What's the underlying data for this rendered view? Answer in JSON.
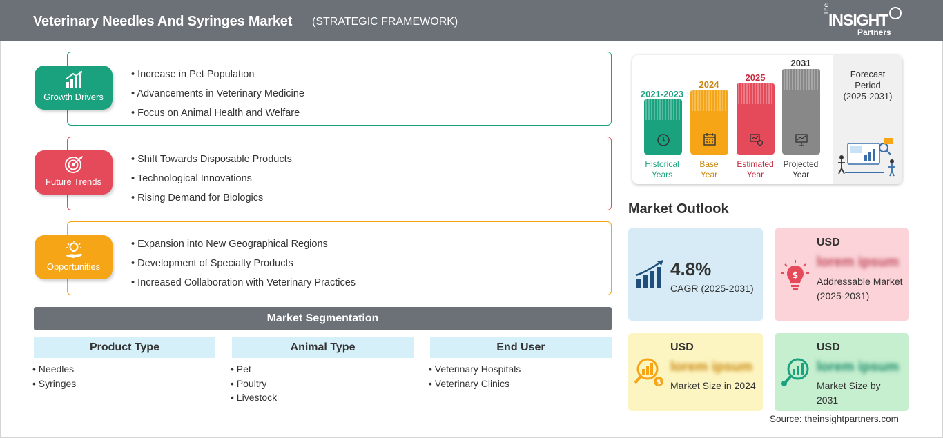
{
  "header": {
    "title": "Veterinary Needles And Syringes Market",
    "subtitle": "(STRATEGIC FRAMEWORK)",
    "logo": {
      "the": "The",
      "insight": "INSIGHT",
      "partners": "Partners"
    }
  },
  "framework": [
    {
      "label": "Growth Drivers",
      "color": "#1aa27f",
      "icon": "bar-chart-growth-icon",
      "items": [
        "Increase in Pet Population",
        "Advancements in Veterinary Medicine",
        "Focus on Animal Health and Welfare"
      ]
    },
    {
      "label": "Future Trends",
      "color": "#e54a5a",
      "icon": "target-icon",
      "items": [
        "Shift Towards Disposable Products",
        "Technological Innovations",
        "Rising Demand for Biologics"
      ]
    },
    {
      "label": "Opportunities",
      "color": "#f5a516",
      "icon": "lightbulb-hand-icon",
      "items": [
        "Expansion into New Geographical Regions",
        "Development of Specialty Products",
        "Increased Collaboration with Veterinary Practices"
      ]
    }
  ],
  "segmentation": {
    "title": "Market Segmentation",
    "columns": [
      {
        "head": "Product Type",
        "items": [
          "Needles",
          "Syringes"
        ]
      },
      {
        "head": "Animal Type",
        "items": [
          "Pet",
          "Poultry",
          "Livestock"
        ]
      },
      {
        "head": "End User",
        "items": [
          "Veterinary Hospitals",
          "Veterinary Clinics"
        ]
      }
    ]
  },
  "timeline": {
    "forecast_label": "Forecast Period",
    "forecast_years": "(2025-2031)",
    "periods": [
      {
        "year": "2021-2023",
        "caption_1": "Historical",
        "caption_2": "Years",
        "color": "#1aa27f"
      },
      {
        "year": "2024",
        "caption_1": "Base",
        "caption_2": "Year",
        "color": "#f5a516"
      },
      {
        "year": "2025",
        "caption_1": "Estimated",
        "caption_2": "Year",
        "color": "#e54a5a"
      },
      {
        "year": "2031",
        "caption_1": "Projected",
        "caption_2": "Year",
        "color": "#888888"
      }
    ]
  },
  "outlook": {
    "title": "Market Outlook",
    "cagr": {
      "value": "4.8%",
      "label": "CAGR (2025-2031)",
      "bg": "#d6ebf6"
    },
    "addressable": {
      "usd": "USD",
      "value": "lorem ipsum",
      "label": "Addressable Market (2025-2031)",
      "bg": "#fbd3d8"
    },
    "size_2024": {
      "usd": "USD",
      "value": "lorem ipsum",
      "label": "Market Size in 2024",
      "bg": "#fdf5c1"
    },
    "size_2031": {
      "usd": "USD",
      "value": "lorem ipsum",
      "label": "Market Size by 2031",
      "bg": "#c5efcf"
    }
  },
  "source": "Source: theinsightpartners.com"
}
